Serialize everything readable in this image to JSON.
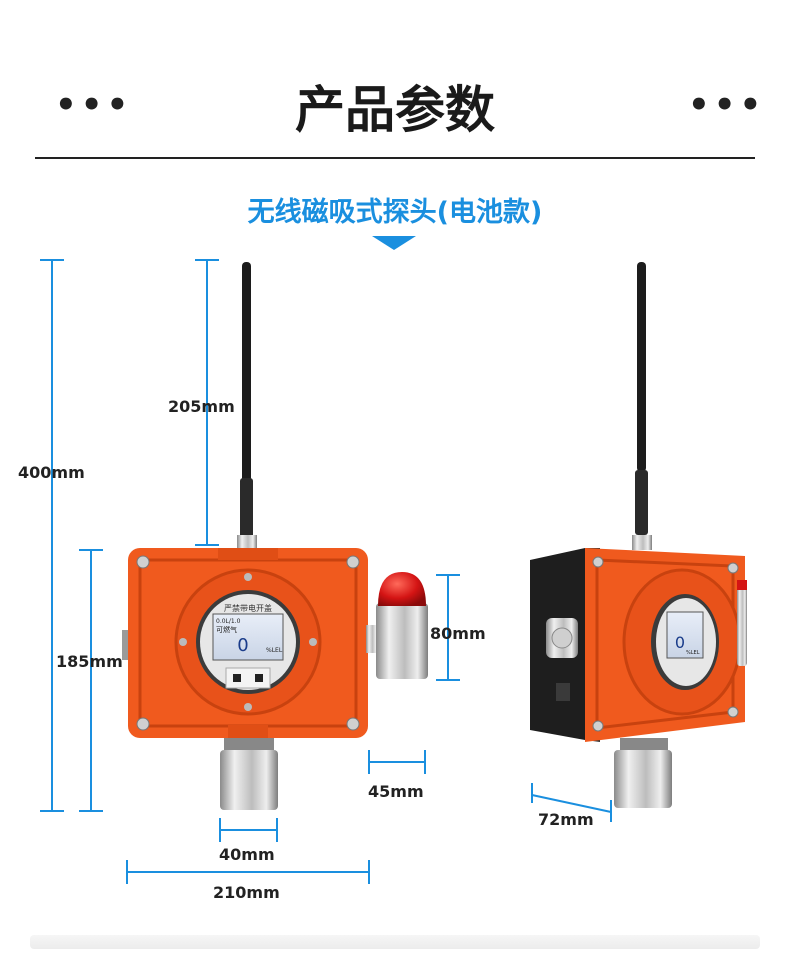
{
  "header": {
    "title": "产品参数",
    "left_dots": "•••",
    "right_dots": "•••"
  },
  "subtitle": "无线磁吸式探头(电池款)",
  "dimensions": {
    "total_height": "400mm",
    "antenna_height": "205mm",
    "body_height": "185mm",
    "lamp_height": "80mm",
    "lamp_width": "45mm",
    "sensor_width": "40mm",
    "body_width": "210mm",
    "depth": "72mm"
  },
  "device_front": {
    "panel_title": "严禁带电开盖",
    "display_reading": "0",
    "display_gas": "可燃气",
    "display_unit": "%LEL",
    "display_top": "0.0L/1.0"
  },
  "device_side": {
    "display_reading": "0",
    "display_unit": "%LEL"
  },
  "colors": {
    "accent_blue": "#1a8fdf",
    "housing_orange": "#f05a1e",
    "lamp_red": "#d01818"
  }
}
